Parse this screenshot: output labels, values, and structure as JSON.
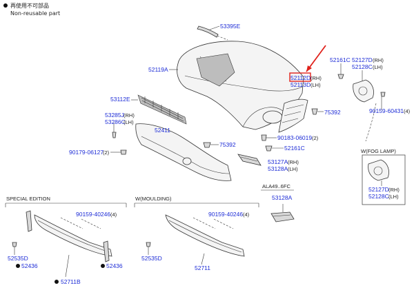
{
  "legend": {
    "bullet_text": "再使用不可部品",
    "sub_text": "Non-reusable part"
  },
  "labels": {
    "p53395E": "53395E",
    "p52119A": "52119A",
    "p52112D": "52112D",
    "p52112D_side": "(RH)",
    "p52113D": "52113D",
    "p52113D_side": "(LH)",
    "p52161C_top": "52161C",
    "p52127D_top": "52127D",
    "p52127D_top_side": "(RH)",
    "p52128C_top": "52128C",
    "p52128C_top_side": "(LH)",
    "p53112E": "53112E",
    "p53285J": "53285J",
    "p53285J_side": "(RH)",
    "p53286C": "53286C",
    "p53286C_side": "(LH)",
    "p75392_right": "75392",
    "p90159_60431": "90159-60431",
    "p90159_60431_qty": "(4)",
    "p52411": "52411",
    "p90183_06019": "90183-06019",
    "p90183_06019_qty": "(2)",
    "p90179_06127": "90179-06127",
    "p90179_06127_qty": "(2)",
    "p75392_mid": "75392",
    "p52161C_mid": "52161C",
    "p53127A": "53127A",
    "p53127A_side": "(RH)",
    "p53128A": "53128A",
    "p53128A_side": "(LH)",
    "ala_text": "ALA49..6FC",
    "p53128A_b": "53128A",
    "fog_title": "W(FOG LAMP)",
    "p52127D_fog": "52127D",
    "p52127D_fog_side": "(RH)",
    "p52128C_fog": "52128C",
    "p52128C_fog_side": "(LH)",
    "special_title": "SPECIAL EDITION",
    "moulding_title": "W(MOULDING)",
    "p90159_40246_a": "90159-40246",
    "p90159_40246_a_qty": "(4)",
    "p90159_40246_b": "90159-40246",
    "p90159_40246_b_qty": "(4)",
    "p52535D_a": "52535D",
    "p52436_a": "52436",
    "p52436_b": "52436",
    "p52711B": "52711B",
    "p52535D_b": "52535D",
    "p52711": "52711"
  },
  "colors": {
    "label_blue": "#1c2bd6",
    "highlight_red": "#e0201a"
  }
}
